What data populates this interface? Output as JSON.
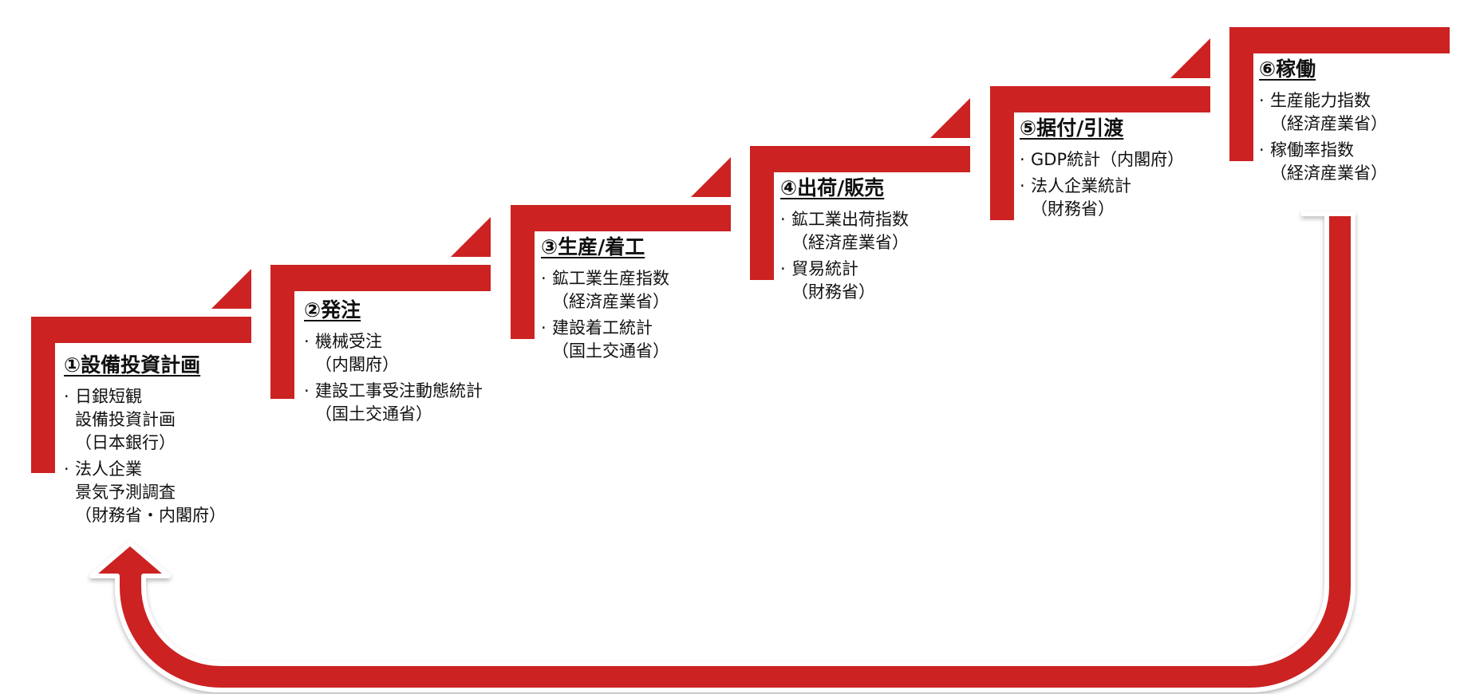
{
  "colors": {
    "accent": "#cc2222",
    "arrow": "#cc2222",
    "text": "#111111",
    "background": "#ffffff"
  },
  "stages": [
    {
      "title": "①設備投資計画",
      "items": [
        "日銀短観\n設備投資計画\n（日本銀行）",
        "法人企業\n景気予測調査\n（財務省・内閣府）"
      ]
    },
    {
      "title": "②発注",
      "items": [
        "機械受注\n（内閣府）",
        "建設工事受注動態統計\n（国土交通省）"
      ]
    },
    {
      "title": "③生産/着工",
      "items": [
        "鉱工業生産指数\n（経済産業省）",
        "建設着工統計\n（国土交通省）"
      ]
    },
    {
      "title": "④出荷/販売",
      "items": [
        "鉱工業出荷指数\n（経済産業省）",
        "貿易統計\n（財務省）"
      ]
    },
    {
      "title": "⑤据付/引渡",
      "items": [
        "GDP統計（内閣府）",
        "法人企業統計\n（財務省）"
      ]
    },
    {
      "title": "⑥稼働",
      "items": [
        "生産能力指数\n（経済産業省）",
        "稼働率指数\n（経済産業省）"
      ]
    }
  ]
}
